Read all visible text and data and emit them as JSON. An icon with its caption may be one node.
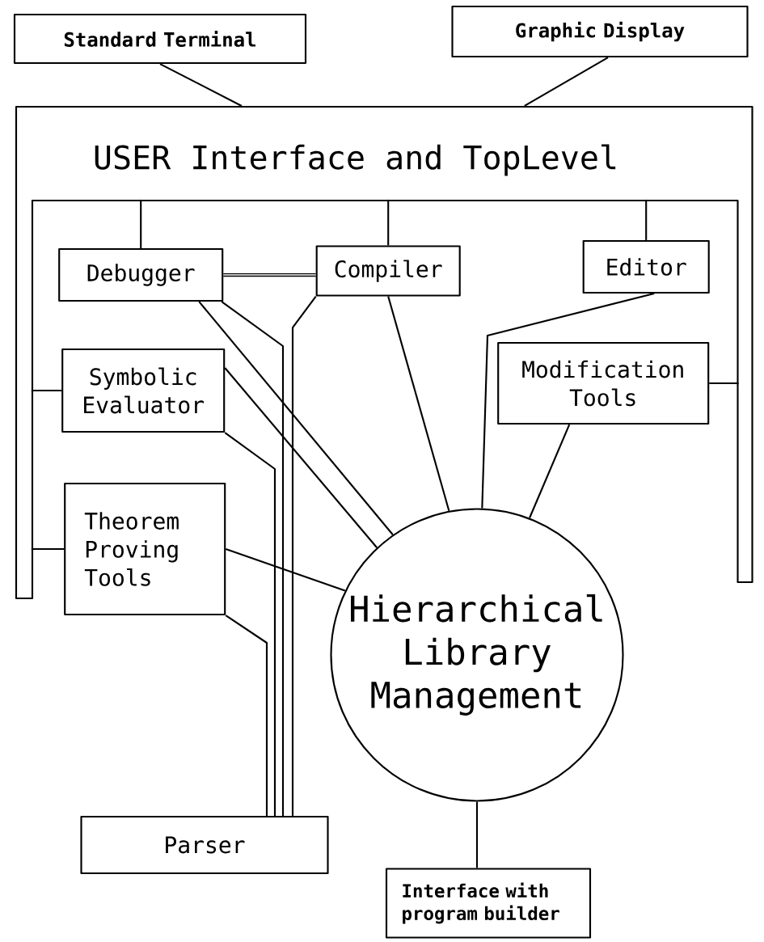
{
  "diagram": {
    "nodes": [
      {
        "text": [
          "Standard Terminal"
        ]
      },
      {
        "text": [
          "Graphic Display"
        ]
      },
      {
        "text": [
          "USER Interface and TopLevel"
        ]
      },
      {
        "text": [
          "Debugger"
        ],
        "in": 2
      },
      {
        "text": [
          "Compiler"
        ],
        "in": 2
      },
      {
        "text": [
          "Editor"
        ],
        "in": 2
      },
      {
        "text": [
          "Symbolic Evaluator"
        ],
        "in": 2
      },
      {
        "text": [
          "Modification Tools"
        ],
        "in": 2
      },
      {
        "text": [
          "Theorem Proving Tools"
        ],
        "in": 2
      },
      {
        "text": [
          "Hierarchical Library Management"
        ]
      },
      {
        "text": [
          "Parser"
        ]
      },
      {
        "text": [
          "Interface with program builder"
        ]
      }
    ],
    "edges": [
      {
        "from": 0,
        "to": 2,
        "arrow": "none"
      },
      {
        "from": 1,
        "to": 2,
        "arrow": "none"
      },
      {
        "from": 2,
        "to": 3,
        "arrow": "none"
      },
      {
        "from": 2,
        "to": 4,
        "arrow": "none"
      },
      {
        "from": 2,
        "to": 5,
        "arrow": "none"
      },
      {
        "from": 2,
        "to": 6,
        "arrow": "none"
      },
      {
        "from": 2,
        "to": 7,
        "arrow": "none"
      },
      {
        "from": 2,
        "to": 8,
        "arrow": "none"
      },
      {
        "from": 3,
        "to": 4,
        "arrow": "none",
        "style": "thick"
      },
      {
        "from": 3,
        "to": 9,
        "arrow": "none"
      },
      {
        "from": 4,
        "to": 9,
        "arrow": "none"
      },
      {
        "from": 5,
        "to": 9,
        "arrow": "none"
      },
      {
        "from": 6,
        "to": 9,
        "arrow": "none"
      },
      {
        "from": 7,
        "to": 9,
        "arrow": "none"
      },
      {
        "from": 8,
        "to": 9,
        "arrow": "none"
      },
      {
        "from": 9,
        "to": 11,
        "arrow": "none"
      },
      {
        "from": 3,
        "to": 10,
        "arrow": "none"
      },
      {
        "from": 4,
        "to": 10,
        "arrow": "none"
      },
      {
        "from": 6,
        "to": 10,
        "arrow": "none"
      },
      {
        "from": 8,
        "to": 10,
        "arrow": "none"
      }
    ]
  }
}
